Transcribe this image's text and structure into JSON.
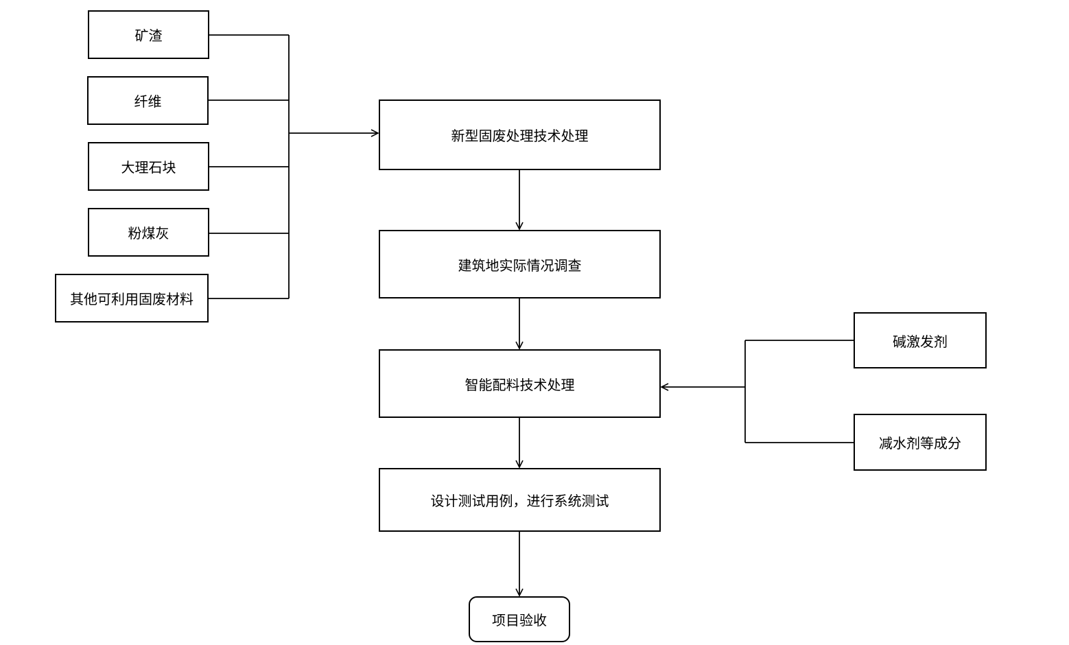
{
  "inputs": {
    "slag": "矿渣",
    "fiber": "纤维",
    "marble": "大理石块",
    "flyash": "粉煤灰",
    "other": "其他可利用固废材料"
  },
  "steps": {
    "step1": "新型固废处理技术处理",
    "step2": "建筑地实际情况调查",
    "step3": "智能配料技术处理",
    "step4": "设计测试用例，进行系统测试",
    "end": "项目验收"
  },
  "additives": {
    "alkali": "碱激发剂",
    "reducer": "减水剂等成分"
  },
  "colors": {
    "stroke": "#000000",
    "fill": "#ffffff"
  }
}
